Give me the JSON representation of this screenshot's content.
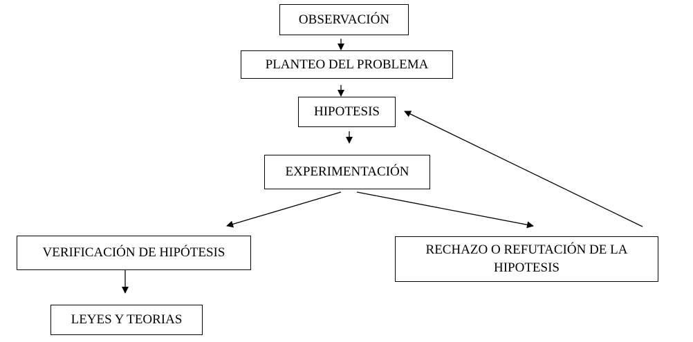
{
  "diagram": {
    "type": "flowchart",
    "nodes": [
      {
        "id": "observacion",
        "label": "OBSERVACIÓN"
      },
      {
        "id": "planteo",
        "label": "PLANTEO DEL PROBLEMA"
      },
      {
        "id": "hipotesis",
        "label": "HIPOTESIS"
      },
      {
        "id": "experimentacion",
        "label": "EXPERIMENTACIÓN"
      },
      {
        "id": "verificacion",
        "label": "VERIFICACIÓN DE HIPÓTESIS"
      },
      {
        "id": "leyes",
        "label": "LEYES Y TEORIAS"
      },
      {
        "id": "rechazo",
        "label": "RECHAZO O REFUTACIÓN DE LA HIPOTESIS"
      }
    ],
    "edges": [
      {
        "from": "observacion",
        "to": "planteo"
      },
      {
        "from": "planteo",
        "to": "hipotesis"
      },
      {
        "from": "hipotesis",
        "to": "experimentacion"
      },
      {
        "from": "experimentacion",
        "to": "verificacion"
      },
      {
        "from": "experimentacion",
        "to": "rechazo"
      },
      {
        "from": "verificacion",
        "to": "leyes"
      },
      {
        "from": "rechazo",
        "to": "hipotesis"
      }
    ]
  }
}
